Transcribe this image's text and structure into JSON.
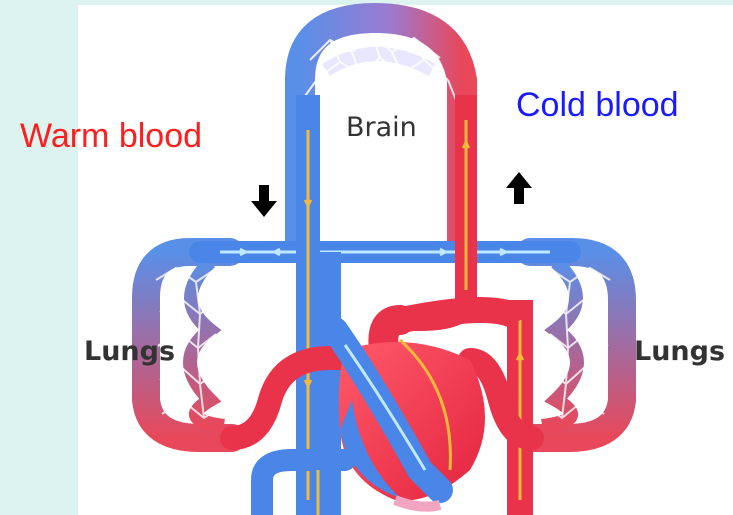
{
  "labels": {
    "warm_blood": "Warm blood",
    "cold_blood": "Cold blood",
    "brain": "Brain",
    "lungs_left": "Lungs",
    "lungs_right": "Lungs"
  },
  "colors": {
    "background": "#ddf3ef",
    "panel": "#ffffff",
    "venous_blue": "#4a86e8",
    "arterial_red": "#e8334a",
    "flow_arrow": "#f5b93a",
    "capillary_light": "#c8d9ff",
    "warm_text": "#ff1e1e",
    "cold_text": "#1a1aff"
  },
  "icons": {
    "down_arrow": "arrow-down-icon",
    "up_arrow": "arrow-up-icon"
  }
}
